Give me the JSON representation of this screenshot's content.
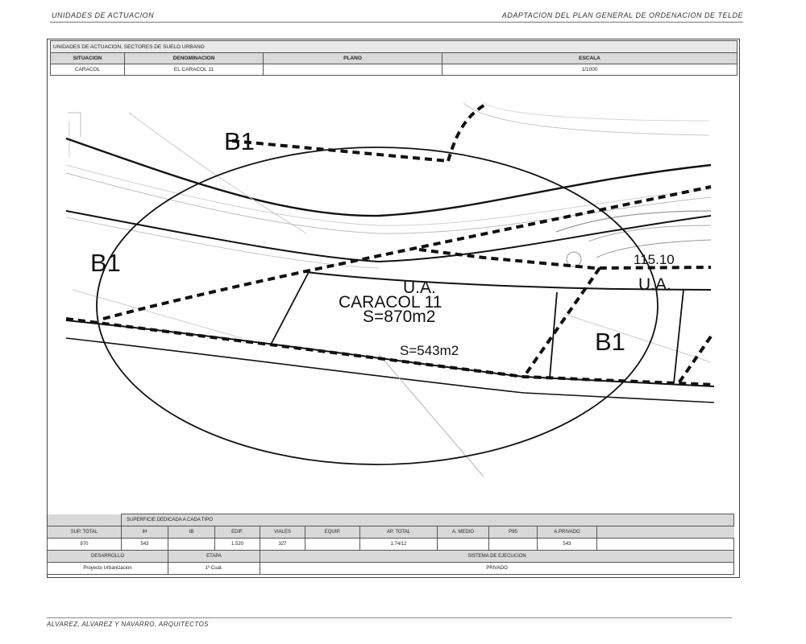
{
  "header": {
    "left": "UNIDADES DE ACTUACION",
    "right": "ADAPTACION DEL PLAN GENERAL DE ORDENACION DE TELDE"
  },
  "info_table": {
    "title": "UNIDADES DE ACTUACION. SECTORES DE SUELO URBANO",
    "headers": [
      "SITUACION",
      "DENOMINACION",
      "PLANO",
      "ESCALA"
    ],
    "values": [
      "CARACOL",
      "EL CARACOL 11",
      "",
      "1/1000"
    ]
  },
  "map": {
    "labels": {
      "b1_top": "B1",
      "b1_left": "B1",
      "b1_right": "B1",
      "ua_main": "U.A.",
      "caracol": "CARACOL 11",
      "area_main": "S=870m2",
      "area_sub": "S=543m2",
      "ua_right": "U.A.",
      "elevation": "115.10"
    }
  },
  "summary_table": {
    "group_title": "SUPERFICIE DEDICADA A CADA TIPO",
    "headers": [
      "SUP. TOTAL",
      "IH",
      "IB",
      "EDIF.",
      "VIALES",
      "EQUIP.",
      "AP. TOTAL",
      "A. MEDIO",
      "P95",
      "A.PRIVADO"
    ],
    "values": [
      "870",
      "543",
      "",
      "1.520",
      "327",
      "",
      "1.74/12",
      "",
      "",
      "543"
    ],
    "dev_headers": [
      "DESARROLLO",
      "ETAPA",
      "SISTEMA DE EJECUCION"
    ],
    "dev_values": [
      "Proyecto Urbanizacion",
      "1º Cuat.",
      "PRIVADO"
    ]
  },
  "footer": {
    "text": "ALVAREZ, ALVAREZ Y NAVARRO, ARQUITECTOS"
  }
}
